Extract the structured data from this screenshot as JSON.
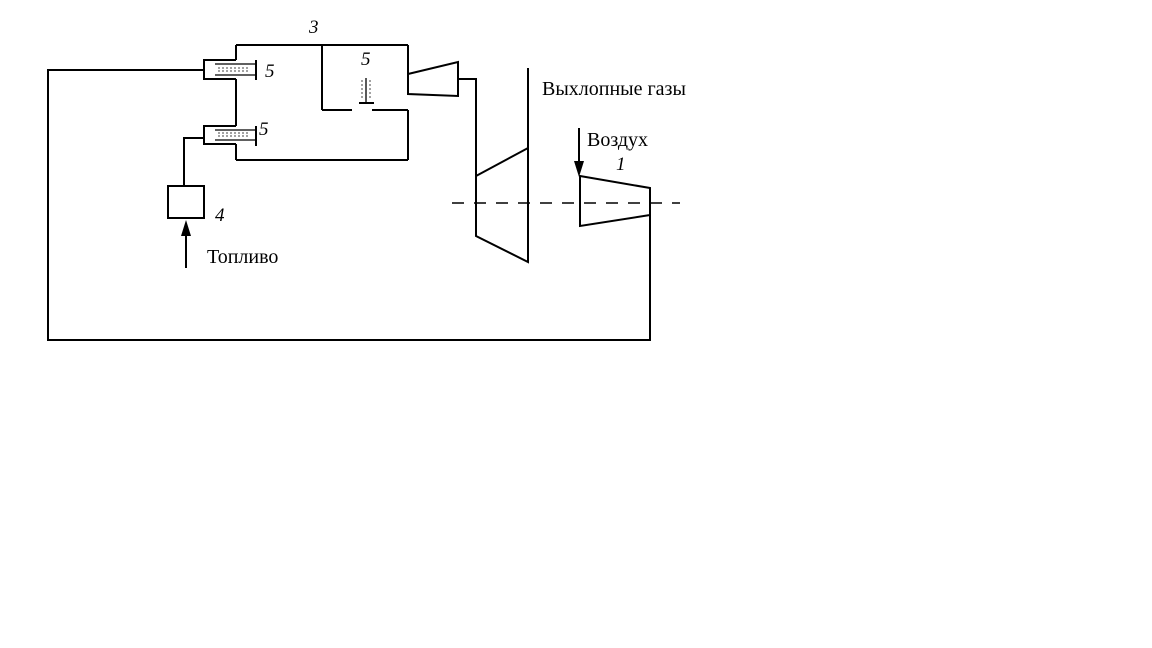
{
  "labels": {
    "exhaust": "Выхлопные газы",
    "air": "Воздух",
    "fuel": "Топливо"
  },
  "numbers": {
    "compressor": "1",
    "chamber": "3",
    "fuel_unit": "4",
    "injector_top": "5",
    "injector_bottom": "5",
    "igniter": "5"
  }
}
